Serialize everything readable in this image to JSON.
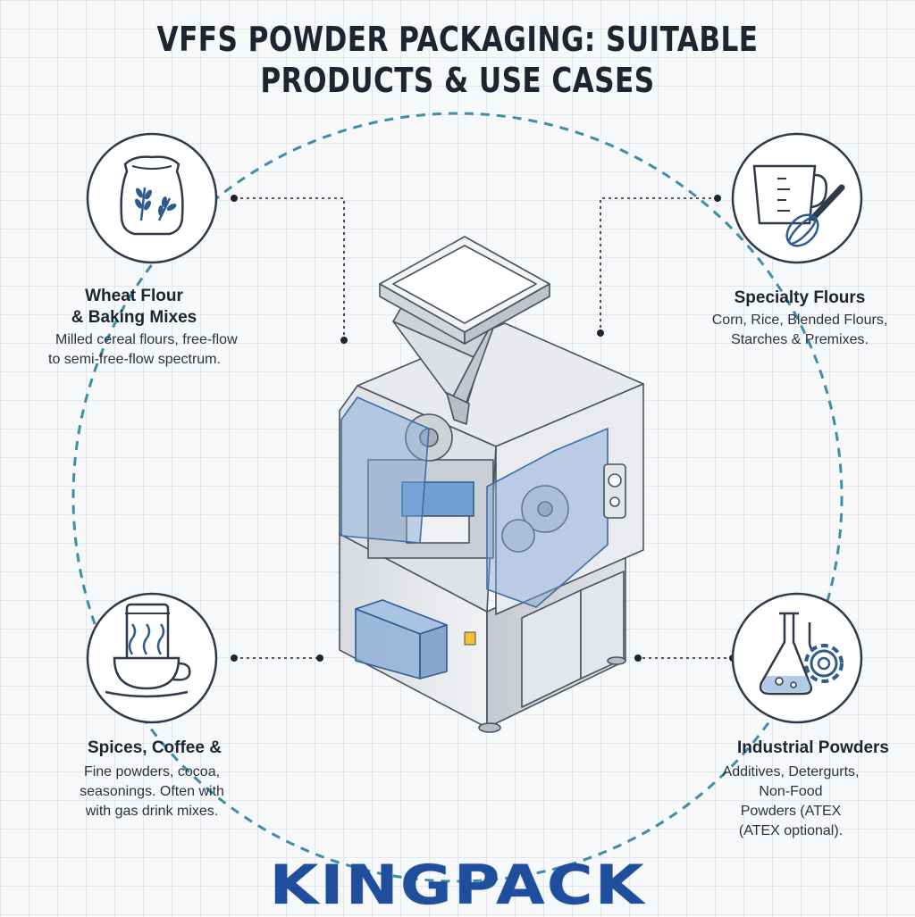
{
  "title": {
    "line1": "VFFS POWDER PACKAGING: SUITABLE",
    "line2": "PRODUCTS & USE CASES"
  },
  "categories": [
    {
      "name_line1": "Wheat Flour",
      "name_line2": "& Baking Mixes",
      "desc_line1": "Milled cereal flours, free-flow",
      "desc_line2": "to semi-free-flow spectrum.",
      "icon": "flour-sack-icon"
    },
    {
      "name_line1": "Specialty Flours",
      "desc_line1": "Corn, Rice, Blended Flours,",
      "desc_line2": "Starches & Premixes.",
      "icon": "measuring-cup-whisk-icon"
    },
    {
      "name_line1": "Spices, Coffee &",
      "desc_line1": "Fine powders, cocoa,",
      "desc_line2": "seasonings. Often with",
      "desc_line3": "with gas drink mixes.",
      "icon": "coffee-cup-icon"
    },
    {
      "name_line1": "Industrial Powders",
      "desc_line1": "Additives, Detergurts,",
      "desc_line2": "Non-Food",
      "desc_line3": "Powders (ATEX",
      "desc_line4": "(ATEX optional).",
      "icon": "flask-gear-icon"
    }
  ],
  "brand": "KINGPACK",
  "colors": {
    "dashed_circle": "#3d8fa8",
    "icon_stroke": "#2e3a4a",
    "icon_accent": "#2f5b8f",
    "machine_glass": "#7fa6d4",
    "brand": "#1f4f9c"
  }
}
